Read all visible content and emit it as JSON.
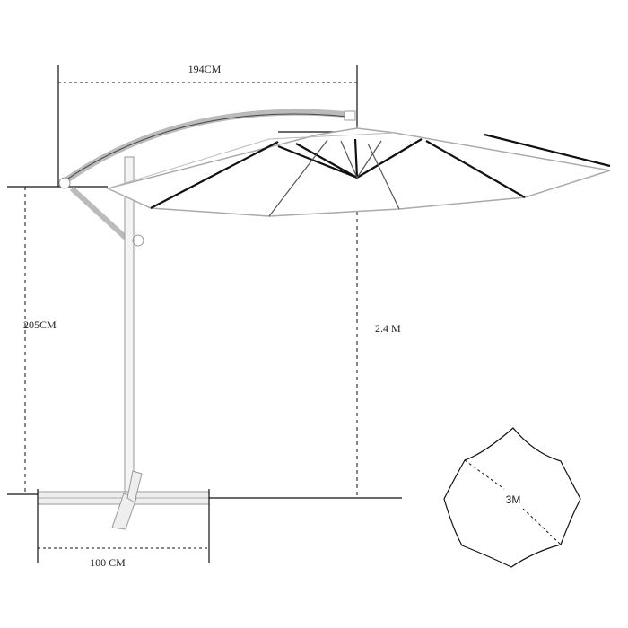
{
  "dimensions": {
    "arm_reach": "194CM",
    "canopy_edge_height": "205CM",
    "total_height": "2.4 M",
    "base_width": "100 CM",
    "canopy_diameter": "3M"
  },
  "colors": {
    "line": "#111111",
    "frame": "#aaaaaa",
    "background": "#ffffff"
  }
}
